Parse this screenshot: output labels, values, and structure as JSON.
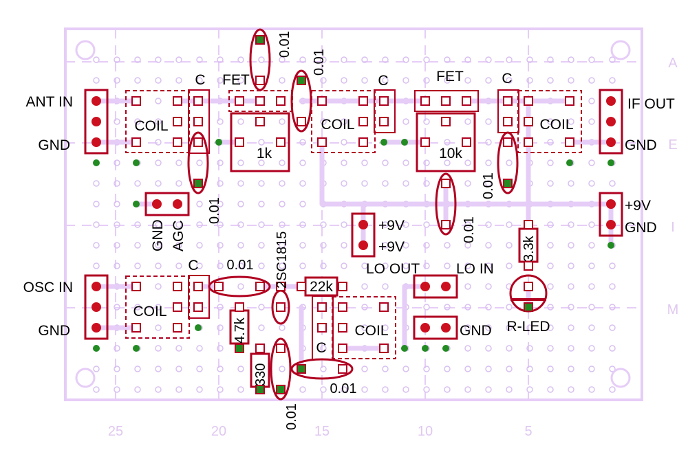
{
  "colors": {
    "board": "#e6cdf7",
    "trace": "#e6cdf7",
    "part": "#b00020",
    "pad_fill": "#cc1020",
    "via_green": "#228b22",
    "hole": "#d9c0f0"
  },
  "axis": {
    "columns": [
      "25",
      "20",
      "15",
      "10",
      "5"
    ],
    "rows": [
      "A",
      "E",
      "I",
      "M"
    ]
  },
  "labels": {
    "ant_in": "ANT IN",
    "gnd_top_left": "GND",
    "osc_in": "OSC IN",
    "gnd_bottom_left": "GND",
    "if_out": "IF OUT",
    "gnd_if": "GND",
    "v9_right": "+9V",
    "gnd_right": "GND",
    "lo_out": "LO OUT",
    "lo_in": "LO IN",
    "gnd_lo": "GND",
    "v9_a": "+9V",
    "v9_b": "+9V",
    "agc": "AGC",
    "gnd_agc": "GND",
    "r_led": "R-LED",
    "coil_1": "COIL",
    "coil_2": "COIL",
    "coil_3": "COIL",
    "coil_4": "COIL",
    "coil_5": "COIL",
    "c_1": "C",
    "c_2": "C",
    "c_3": "C",
    "c_4": "C",
    "c_5": "C",
    "fet_1": "FET",
    "fet_2": "FET",
    "r_1k": "1k",
    "r_10k": "10k",
    "r_22k": "22k",
    "r_4k7": "4.7k",
    "r_330": "330",
    "r_3k3": "3.3k",
    "transistor": "2SC1815",
    "cap_top_1": "0.01",
    "cap_top_2": "0.01",
    "cap_left_mid": "0.01",
    "cap_center": "0.01",
    "cap_right": "0.01",
    "cap_osc": "0.01",
    "cap_bottom_vert": "0.01",
    "cap_bottom_horiz": "0.01"
  }
}
